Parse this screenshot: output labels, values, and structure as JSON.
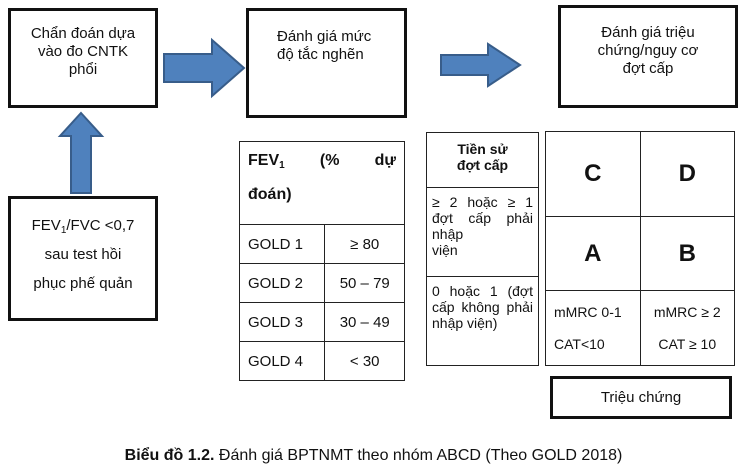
{
  "flow": {
    "step1": {
      "lines": [
        "Chẩn đoán dựa",
        "vào đo CNTK",
        "phổi"
      ]
    },
    "step2": {
      "lines": [
        "Đánh giá mức",
        "độ tắc nghẽn"
      ]
    },
    "step3": {
      "lines": [
        "Đánh giá triệu",
        "chứng/nguy cơ",
        "đợt cấp"
      ]
    },
    "criterion": {
      "line1_prefix": "FEV",
      "line1_sub": "1",
      "line1_suffix": "/FVC <0,7",
      "line2": "sau test hồi",
      "line3": "phục phế quản"
    },
    "arrow_color": "#4f81bd",
    "arrow_border_color": "#385d8a"
  },
  "fev_table": {
    "header": {
      "label": "FEV",
      "sub": "1",
      "part2": "(%",
      "part3": "dự",
      "line2": "đoán)"
    },
    "rows": [
      {
        "grade": "GOLD 1",
        "range": "≥ 80"
      },
      {
        "grade": "GOLD 2",
        "range": "50 – 79"
      },
      {
        "grade": "GOLD 3",
        "range": "30 – 49"
      },
      {
        "grade": "GOLD 4",
        "range": "< 30"
      }
    ]
  },
  "history_table": {
    "header": [
      "Tiền sử",
      "đợt cấp"
    ],
    "high_risk": {
      "text": "≥ 2 hoặc ≥ 1 đợt cấp phải nhập",
      "last": "viện"
    },
    "low_risk": {
      "text": "0 hoặc 1 (đợt cấp không phải",
      "last": "nhập viện)"
    }
  },
  "abcd_grid": {
    "top_row": [
      "C",
      "D"
    ],
    "bottom_row": [
      "A",
      "B"
    ],
    "symptoms": {
      "left": [
        "mMRC 0-1",
        "CAT<10"
      ],
      "right": [
        "mMRC ≥ 2",
        "CAT ≥ 10"
      ]
    }
  },
  "symptoms_label": "Triệu chứng",
  "caption": {
    "bold": "Biểu đồ 1.2.",
    "text": " Đánh giá BPTNMT theo nhóm ABCD (Theo GOLD 2018)"
  }
}
